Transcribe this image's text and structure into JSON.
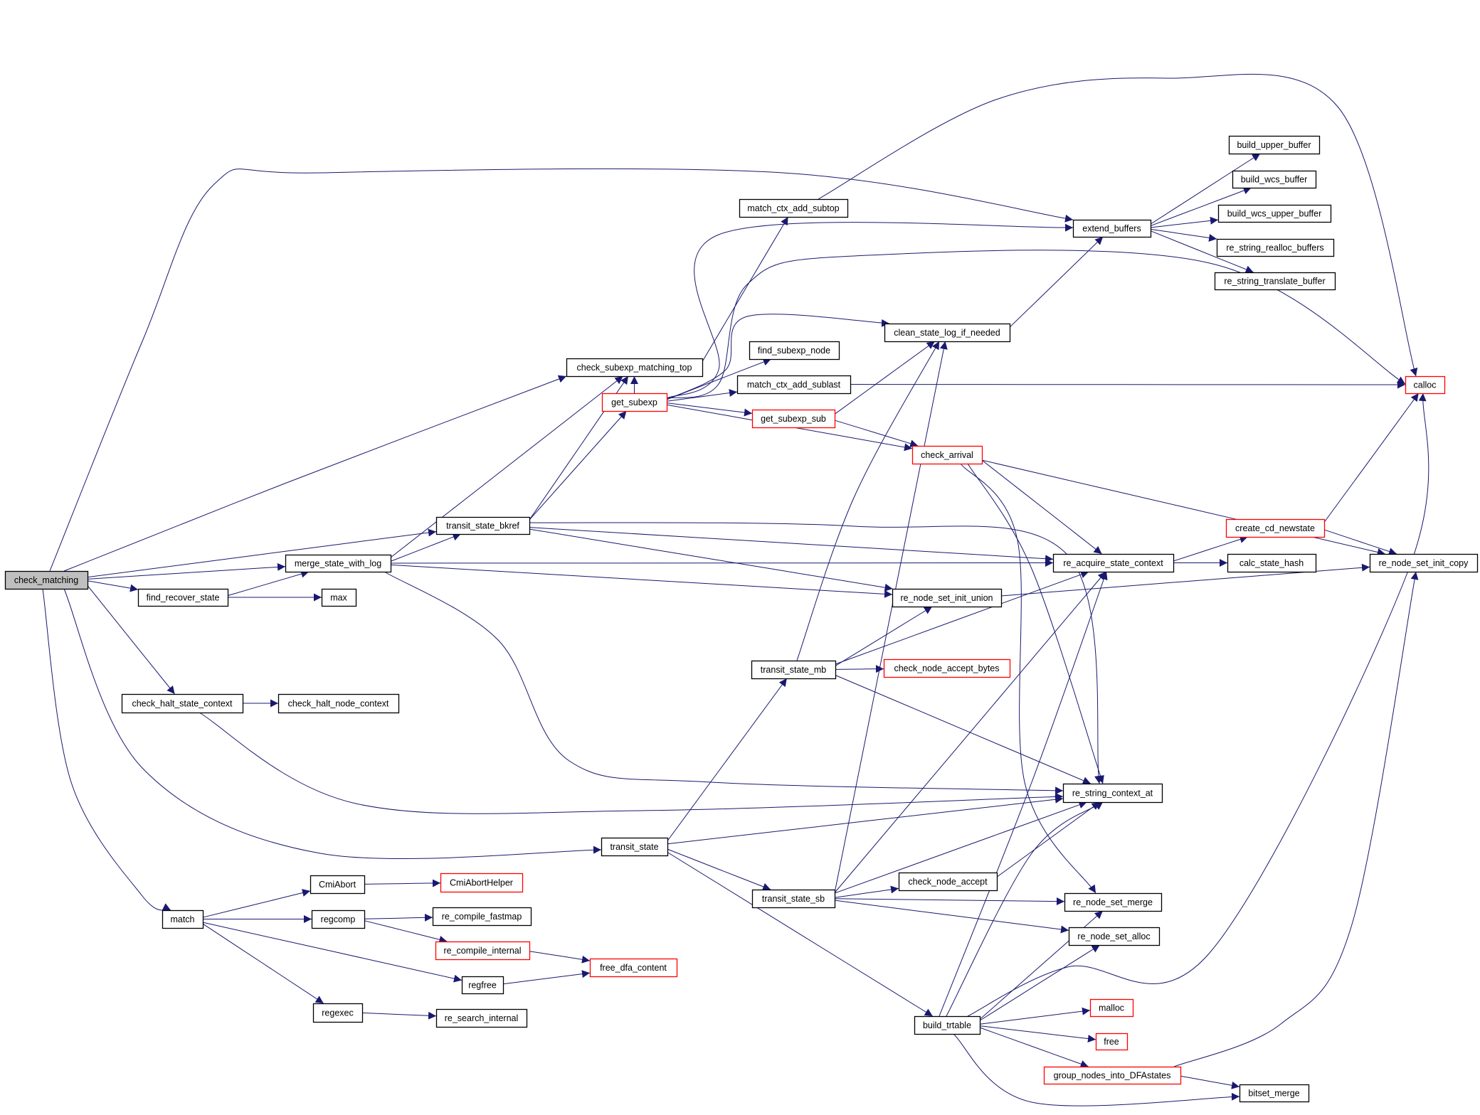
{
  "colors": {
    "edge": "#191970",
    "node_border": "#000000",
    "node_border_truncated": "#ff0000",
    "node_fill": "#ffffff",
    "root_fill": "#bfbfbf"
  },
  "graph": {
    "root": "check_matching",
    "nodes": [
      {
        "id": "check_matching",
        "label": "check_matching",
        "style": "root"
      },
      {
        "id": "find_recover_state",
        "label": "find_recover_state",
        "style": "normal"
      },
      {
        "id": "max",
        "label": "max",
        "style": "normal"
      },
      {
        "id": "merge_state_with_log",
        "label": "merge_state_with_log",
        "style": "normal"
      },
      {
        "id": "transit_state_bkref",
        "label": "transit_state_bkref",
        "style": "normal"
      },
      {
        "id": "check_subexp_matching_top",
        "label": "check_subexp_matching_top",
        "style": "normal"
      },
      {
        "id": "match_ctx_add_subtop",
        "label": "match_ctx_add_subtop",
        "style": "normal"
      },
      {
        "id": "get_subexp",
        "label": "get_subexp",
        "style": "truncated"
      },
      {
        "id": "find_subexp_node",
        "label": "find_subexp_node",
        "style": "normal"
      },
      {
        "id": "match_ctx_add_sublast",
        "label": "match_ctx_add_sublast",
        "style": "normal"
      },
      {
        "id": "get_subexp_sub",
        "label": "get_subexp_sub",
        "style": "truncated"
      },
      {
        "id": "clean_state_log_if_needed",
        "label": "clean_state_log_if_needed",
        "style": "normal"
      },
      {
        "id": "extend_buffers",
        "label": "extend_buffers",
        "style": "normal"
      },
      {
        "id": "build_upper_buffer",
        "label": "build_upper_buffer",
        "style": "normal"
      },
      {
        "id": "build_wcs_buffer",
        "label": "build_wcs_buffer",
        "style": "normal"
      },
      {
        "id": "build_wcs_upper_buffer",
        "label": "build_wcs_upper_buffer",
        "style": "normal"
      },
      {
        "id": "re_string_realloc_buffers",
        "label": "re_string_realloc_buffers",
        "style": "normal"
      },
      {
        "id": "re_string_translate_buffer",
        "label": "re_string_translate_buffer",
        "style": "normal"
      },
      {
        "id": "calloc",
        "label": "calloc",
        "style": "truncated"
      },
      {
        "id": "check_arrival",
        "label": "check_arrival",
        "style": "truncated"
      },
      {
        "id": "create_cd_newstate",
        "label": "create_cd_newstate",
        "style": "truncated"
      },
      {
        "id": "re_acquire_state_context",
        "label": "re_acquire_state_context",
        "style": "normal"
      },
      {
        "id": "calc_state_hash",
        "label": "calc_state_hash",
        "style": "normal"
      },
      {
        "id": "re_node_set_init_copy",
        "label": "re_node_set_init_copy",
        "style": "normal"
      },
      {
        "id": "re_node_set_init_union",
        "label": "re_node_set_init_union",
        "style": "normal"
      },
      {
        "id": "transit_state_mb",
        "label": "transit_state_mb",
        "style": "normal"
      },
      {
        "id": "check_node_accept_bytes",
        "label": "check_node_accept_bytes",
        "style": "truncated"
      },
      {
        "id": "check_halt_state_context",
        "label": "check_halt_state_context",
        "style": "normal"
      },
      {
        "id": "check_halt_node_context",
        "label": "check_halt_node_context",
        "style": "normal"
      },
      {
        "id": "re_string_context_at",
        "label": "re_string_context_at",
        "style": "normal"
      },
      {
        "id": "transit_state",
        "label": "transit_state",
        "style": "normal"
      },
      {
        "id": "transit_state_sb",
        "label": "transit_state_sb",
        "style": "normal"
      },
      {
        "id": "check_node_accept",
        "label": "check_node_accept",
        "style": "normal"
      },
      {
        "id": "re_node_set_merge",
        "label": "re_node_set_merge",
        "style": "normal"
      },
      {
        "id": "re_node_set_alloc",
        "label": "re_node_set_alloc",
        "style": "normal"
      },
      {
        "id": "match",
        "label": "match",
        "style": "normal"
      },
      {
        "id": "CmiAbort",
        "label": "CmiAbort",
        "style": "normal"
      },
      {
        "id": "CmiAbortHelper",
        "label": "CmiAbortHelper",
        "style": "truncated"
      },
      {
        "id": "regcomp",
        "label": "regcomp",
        "style": "normal"
      },
      {
        "id": "re_compile_fastmap",
        "label": "re_compile_fastmap",
        "style": "normal"
      },
      {
        "id": "re_compile_internal",
        "label": "re_compile_internal",
        "style": "truncated"
      },
      {
        "id": "free_dfa_content",
        "label": "free_dfa_content",
        "style": "truncated"
      },
      {
        "id": "regfree",
        "label": "regfree",
        "style": "normal"
      },
      {
        "id": "regexec",
        "label": "regexec",
        "style": "normal"
      },
      {
        "id": "re_search_internal",
        "label": "re_search_internal",
        "style": "normal"
      },
      {
        "id": "build_trtable",
        "label": "build_trtable",
        "style": "normal"
      },
      {
        "id": "malloc",
        "label": "malloc",
        "style": "truncated"
      },
      {
        "id": "free",
        "label": "free",
        "style": "truncated"
      },
      {
        "id": "group_nodes_into_DFAstates",
        "label": "group_nodes_into_DFAstates",
        "style": "truncated"
      },
      {
        "id": "bitset_merge",
        "label": "bitset_merge",
        "style": "normal"
      }
    ],
    "edges": [
      [
        "check_matching",
        "extend_buffers"
      ],
      [
        "check_matching",
        "check_subexp_matching_top"
      ],
      [
        "check_matching",
        "transit_state_bkref"
      ],
      [
        "check_matching",
        "merge_state_with_log"
      ],
      [
        "check_matching",
        "find_recover_state"
      ],
      [
        "check_matching",
        "check_halt_state_context"
      ],
      [
        "check_matching",
        "transit_state"
      ],
      [
        "check_matching",
        "match"
      ],
      [
        "find_recover_state",
        "merge_state_with_log"
      ],
      [
        "find_recover_state",
        "max"
      ],
      [
        "merge_state_with_log",
        "transit_state_bkref"
      ],
      [
        "merge_state_with_log",
        "check_subexp_matching_top"
      ],
      [
        "merge_state_with_log",
        "re_acquire_state_context"
      ],
      [
        "merge_state_with_log",
        "re_node_set_init_union"
      ],
      [
        "merge_state_with_log",
        "re_string_context_at"
      ],
      [
        "transit_state_bkref",
        "check_subexp_matching_top"
      ],
      [
        "transit_state_bkref",
        "get_subexp"
      ],
      [
        "transit_state_bkref",
        "re_acquire_state_context"
      ],
      [
        "transit_state_bkref",
        "re_node_set_init_union"
      ],
      [
        "transit_state_bkref",
        "re_string_context_at"
      ],
      [
        "check_subexp_matching_top",
        "match_ctx_add_subtop"
      ],
      [
        "match_ctx_add_subtop",
        "calloc"
      ],
      [
        "get_subexp",
        "check_subexp_matching_top"
      ],
      [
        "get_subexp",
        "extend_buffers"
      ],
      [
        "get_subexp",
        "calloc"
      ],
      [
        "get_subexp",
        "clean_state_log_if_needed"
      ],
      [
        "get_subexp",
        "find_subexp_node"
      ],
      [
        "get_subexp",
        "match_ctx_add_sublast"
      ],
      [
        "get_subexp",
        "get_subexp_sub"
      ],
      [
        "get_subexp",
        "check_arrival"
      ],
      [
        "match_ctx_add_sublast",
        "calloc"
      ],
      [
        "get_subexp_sub",
        "clean_state_log_if_needed"
      ],
      [
        "get_subexp_sub",
        "check_arrival"
      ],
      [
        "clean_state_log_if_needed",
        "extend_buffers"
      ],
      [
        "extend_buffers",
        "build_upper_buffer"
      ],
      [
        "extend_buffers",
        "build_wcs_buffer"
      ],
      [
        "extend_buffers",
        "build_wcs_upper_buffer"
      ],
      [
        "extend_buffers",
        "re_string_realloc_buffers"
      ],
      [
        "extend_buffers",
        "re_string_translate_buffer"
      ],
      [
        "check_arrival",
        "re_acquire_state_context"
      ],
      [
        "check_arrival",
        "re_node_set_init_copy"
      ],
      [
        "check_arrival",
        "re_string_context_at"
      ],
      [
        "check_arrival",
        "re_node_set_merge"
      ],
      [
        "re_acquire_state_context",
        "create_cd_newstate"
      ],
      [
        "re_acquire_state_context",
        "calc_state_hash"
      ],
      [
        "create_cd_newstate",
        "calloc"
      ],
      [
        "create_cd_newstate",
        "re_node_set_init_copy"
      ],
      [
        "re_node_set_init_union",
        "re_node_set_init_copy"
      ],
      [
        "transit_state_mb",
        "clean_state_log_if_needed"
      ],
      [
        "transit_state_mb",
        "re_node_set_init_union"
      ],
      [
        "transit_state_mb",
        "re_acquire_state_context"
      ],
      [
        "transit_state_mb",
        "check_node_accept_bytes"
      ],
      [
        "transit_state_mb",
        "re_string_context_at"
      ],
      [
        "check_halt_state_context",
        "check_halt_node_context"
      ],
      [
        "check_halt_state_context",
        "re_string_context_at"
      ],
      [
        "transit_state",
        "transit_state_mb"
      ],
      [
        "transit_state",
        "re_string_context_at"
      ],
      [
        "transit_state",
        "transit_state_sb"
      ],
      [
        "transit_state",
        "build_trtable"
      ],
      [
        "transit_state_sb",
        "clean_state_log_if_needed"
      ],
      [
        "transit_state_sb",
        "re_acquire_state_context"
      ],
      [
        "transit_state_sb",
        "check_node_accept"
      ],
      [
        "transit_state_sb",
        "re_string_context_at"
      ],
      [
        "transit_state_sb",
        "re_node_set_merge"
      ],
      [
        "transit_state_sb",
        "re_node_set_alloc"
      ],
      [
        "check_node_accept",
        "re_string_context_at"
      ],
      [
        "build_trtable",
        "re_acquire_state_context"
      ],
      [
        "build_trtable",
        "re_string_context_at"
      ],
      [
        "build_trtable",
        "re_node_set_merge"
      ],
      [
        "build_trtable",
        "re_node_set_alloc"
      ],
      [
        "build_trtable",
        "calloc"
      ],
      [
        "build_trtable",
        "malloc"
      ],
      [
        "build_trtable",
        "free"
      ],
      [
        "build_trtable",
        "group_nodes_into_DFAstates"
      ],
      [
        "build_trtable",
        "bitset_merge"
      ],
      [
        "group_nodes_into_DFAstates",
        "re_node_set_init_copy"
      ],
      [
        "group_nodes_into_DFAstates",
        "bitset_merge"
      ],
      [
        "match",
        "CmiAbort"
      ],
      [
        "match",
        "regcomp"
      ],
      [
        "match",
        "regfree"
      ],
      [
        "match",
        "regexec"
      ],
      [
        "CmiAbort",
        "CmiAbortHelper"
      ],
      [
        "regcomp",
        "re_compile_fastmap"
      ],
      [
        "regcomp",
        "re_compile_internal"
      ],
      [
        "re_compile_internal",
        "free_dfa_content"
      ],
      [
        "regfree",
        "free_dfa_content"
      ],
      [
        "regexec",
        "re_search_internal"
      ]
    ]
  }
}
